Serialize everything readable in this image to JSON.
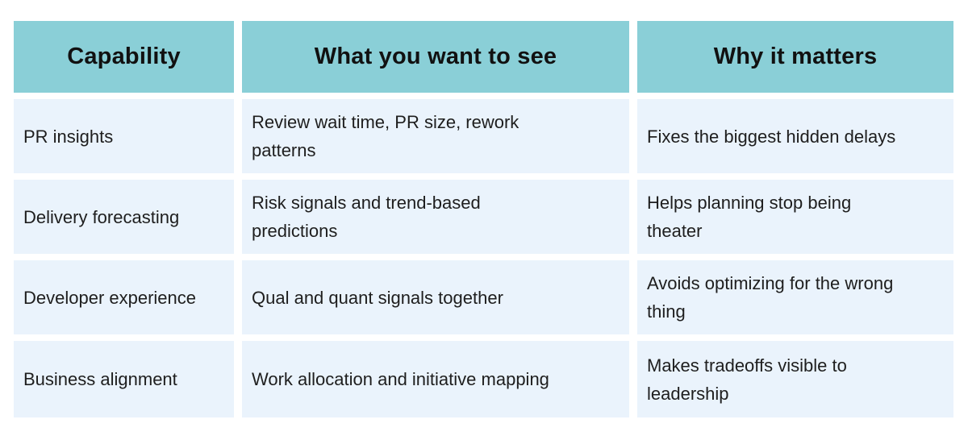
{
  "chart_data": {
    "type": "table",
    "title": "",
    "columns": [
      "Capability",
      "What you want to see",
      "Why it matters"
    ],
    "rows": [
      [
        "PR insights",
        "Review wait time, PR size, rework\npatterns",
        "Fixes the biggest hidden delays"
      ],
      [
        "Delivery forecasting",
        "Risk signals and trend-based\npredictions",
        "Helps planning stop being\ntheater"
      ],
      [
        "Developer experience",
        "Qual and quant signals together",
        "Avoids optimizing for the wrong\nthing"
      ],
      [
        "Business alignment",
        "Work allocation and initiative mapping",
        "Makes tradeoffs visible to\nleadership"
      ]
    ],
    "layout_hints": {
      "header_row": true,
      "cell_gaps": "white gutters between all cells",
      "header_align": "center",
      "body_align": "left middle"
    }
  },
  "colors": {
    "header_bg": "#8ACFD7",
    "cell_bg": "#EAF3FC",
    "gutter": "#FFFFFF",
    "header_text": "#111111",
    "body_text": "#1E1E1E",
    "page_background": "#FFFFFF"
  }
}
